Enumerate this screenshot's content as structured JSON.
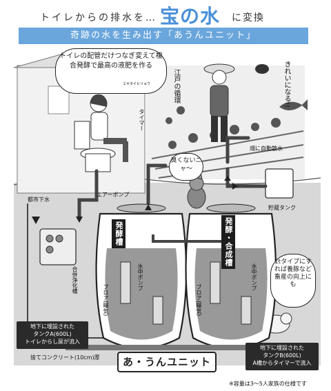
{
  "title": {
    "prefix": "トイレからの排水を…",
    "highlight": "宝の水",
    "suffix": "に変換"
  },
  "subtitle": "奇跡の水を生み出す「あうんユニット」",
  "speech": {
    "person": "トイレの配管だけつなぎ変えて複合発酵で最高の液肥を作る",
    "person_ruby": "エキタイヒリョウ",
    "farmer": "江戸の循環",
    "cat": "臭くないニャ〜",
    "fish": "きれいになる!!",
    "pig": "1tタイプにすれば養豚など畜産の向上にも"
  },
  "labels": {
    "timer": "タイマー",
    "field_sprinkler": "畑に自動散水",
    "air_pump": "エアーポンプ",
    "city_sewer": "都市下水",
    "storage_tank": "貯蔵タンク",
    "septic_tank": "合併浄化槽",
    "tank_a_tag": "発酵槽",
    "tank_b_tag": "発酵・合成槽",
    "pump_a": "水中ポンプ",
    "pump_b": "水中ポンプ",
    "blower_a": "ブロア(曝気)",
    "blower_b": "ブロア(曝気)",
    "concrete": "捨てコンクリート(10cm)厚"
  },
  "tank_a_box": {
    "line1": "地下に埋設された",
    "line2": "タンクA(600L)",
    "line3": "トイレからし尿が流入"
  },
  "tank_b_box": {
    "line1": "地下に埋設された",
    "line2": "タンクB(600L)",
    "line3": "A槽からタイマーで流入"
  },
  "unit_name": "あ・うんユニット",
  "footnote": "※容量は3〜5人家族の仕様です",
  "colors": {
    "accent": "#4a90d9",
    "subtitle_bg": "#6aa6dc",
    "dark": "#1d1d1d"
  }
}
